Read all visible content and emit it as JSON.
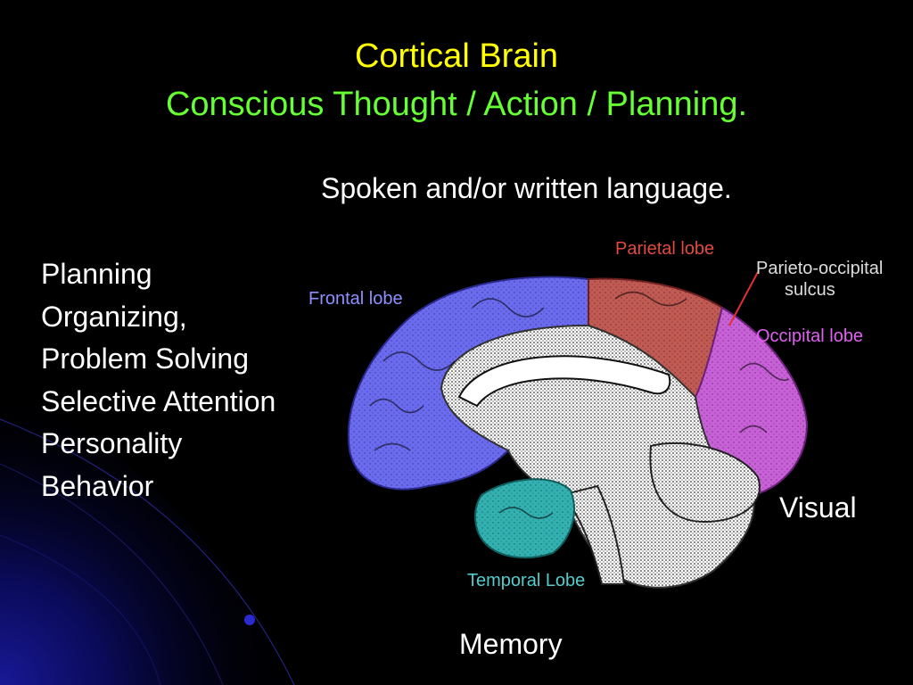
{
  "title": {
    "line1": "Cortical Brain",
    "line2": "Conscious Thought / Action / Planning."
  },
  "annotations": {
    "language": "Spoken and/or written language.",
    "visual": "Visual",
    "memory": "Memory"
  },
  "frontal_functions": [
    "Planning",
    "Organizing,",
    "Problem Solving",
    "Selective Attention",
    "Personality",
    "Behavior"
  ],
  "brain_labels": {
    "parietal": "Parietal lobe",
    "frontal": "Frontal lobe",
    "parieto_occipital_line1": "Parieto-occipital",
    "parieto_occipital_line2": "sulcus",
    "occipital": "Occipital lobe",
    "temporal": "Temporal Lobe"
  },
  "colors": {
    "background": "#000000",
    "title_primary": "#ffff00",
    "title_secondary": "#66ff33",
    "text": "#ffffff",
    "frontal": "#6b6bf0",
    "parietal": "#c05a52",
    "occipital": "#c860d8",
    "temporal": "#33b0b0",
    "frontal_label": "#8f8fff",
    "parietal_label": "#e04a40",
    "occipital_label": "#e060f0",
    "temporal_label": "#55cccc"
  }
}
